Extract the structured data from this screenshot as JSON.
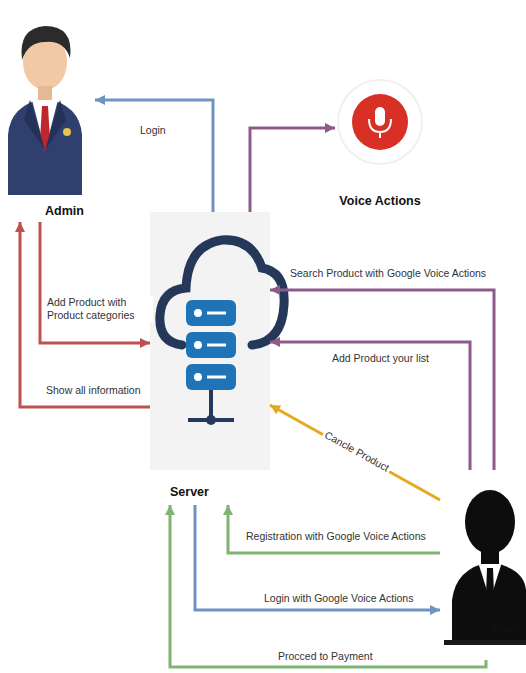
{
  "diagram": {
    "nodes": [
      {
        "text": [
          "Admin"
        ]
      },
      {
        "text": [
          "Voice Actions"
        ]
      },
      {
        "text": [
          "Server"
        ]
      },
      {
        "text": [
          "User"
        ]
      }
    ],
    "edges": [
      {
        "from": 2,
        "to": 0,
        "label": "Login",
        "arrow": "to"
      },
      {
        "from": 2,
        "to": 1,
        "arrow": "to"
      },
      {
        "from": 0,
        "to": 2,
        "label": "Add Product with Product categories",
        "arrow": "to"
      },
      {
        "from": 2,
        "to": 0,
        "label": "Show all information",
        "arrow": "to"
      },
      {
        "from": 3,
        "to": 2,
        "label": "Search Product with Google Voice Actions",
        "arrow": "to"
      },
      {
        "from": 3,
        "to": 2,
        "label": "Add Product your list",
        "arrow": "to"
      },
      {
        "from": 3,
        "to": 2,
        "label": "Cancle Product",
        "arrow": "to"
      },
      {
        "from": 3,
        "to": 2,
        "label": "Registration with Google Voice Actions",
        "arrow": "to"
      },
      {
        "from": 2,
        "to": 3,
        "label": "Login with Google Voice Actions",
        "arrow": "to"
      },
      {
        "from": 3,
        "to": 2,
        "label": "Procced to Payment",
        "arrow": "to"
      }
    ]
  }
}
